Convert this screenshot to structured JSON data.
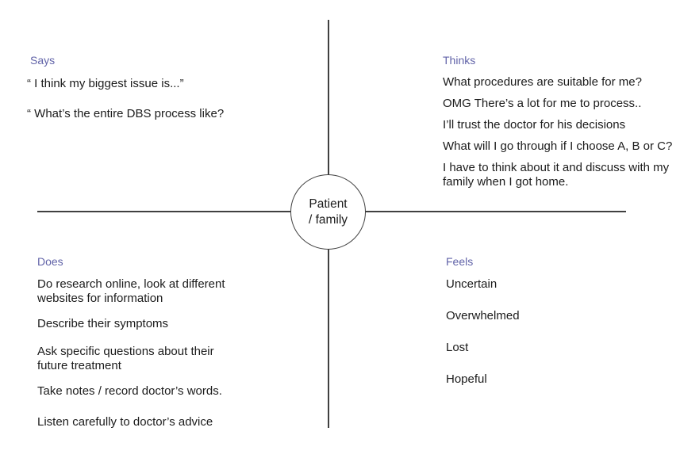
{
  "center": {
    "line1": "Patient",
    "line2": "/ family"
  },
  "quadrants": {
    "says": {
      "label": "Says",
      "items": [
        "“ I think my biggest issue is...”",
        "“ What’s the entire DBS process like?"
      ]
    },
    "thinks": {
      "label": "Thinks",
      "items": [
        "What procedures are suitable for me?",
        "OMG There’s a lot for me to process..",
        "I’ll trust the doctor for his decisions",
        "What will I go through if I choose A, B or C?",
        "I have to think about it and discuss with my\nfamily when I got home."
      ]
    },
    "does": {
      "label": "Does",
      "items": [
        "Do research online, look at different\nwebsites for information",
        "Describe their symptoms",
        "Ask specific questions about their\nfuture treatment",
        "Take notes / record doctor’s words.",
        "Listen carefully to doctor’s advice"
      ]
    },
    "feels": {
      "label": "Feels",
      "items": [
        "Uncertain",
        "Overwhelmed",
        "Lost",
        "Hopeful"
      ]
    }
  },
  "colors": {
    "quadrant_label": "#6163a8",
    "body_text": "#1b1b1b",
    "axis_line": "#404040"
  }
}
